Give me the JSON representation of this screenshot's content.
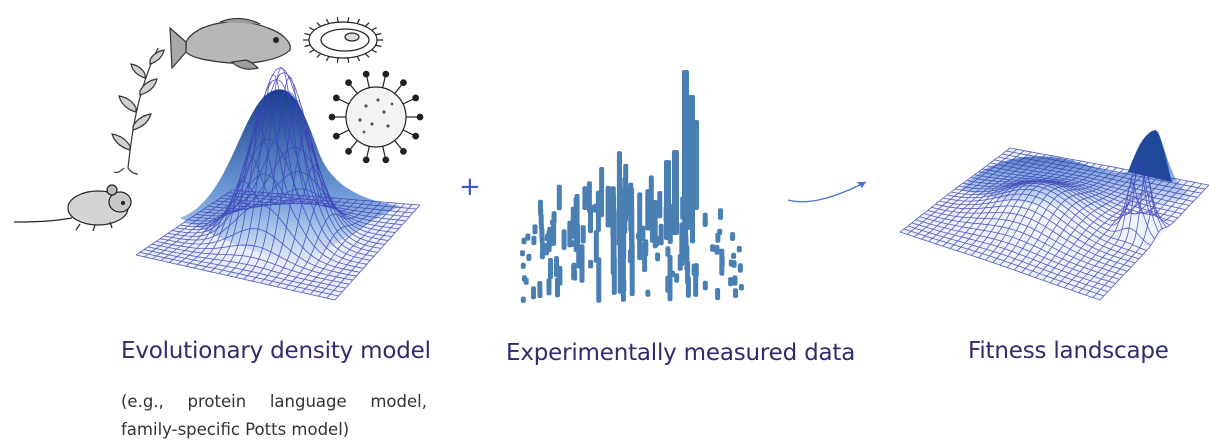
{
  "panels": {
    "evolutionary": {
      "title": "Evolutionary density model",
      "subtitle_line1": "(e.g., protein language model,",
      "subtitle_line2": "family-specific Potts model)"
    },
    "experimental": {
      "title": "Experimentally measured data"
    },
    "fitness": {
      "title": "Fitness landscape"
    }
  },
  "operators": {
    "plus": "+"
  },
  "icons": [
    "mouse-icon",
    "plant-icon",
    "fish-icon",
    "protist-icon",
    "virus-icon",
    "arrow-icon"
  ],
  "colors": {
    "caption": "#2b2d6e",
    "surface_dark": "#1a3f8f",
    "surface_light": "#e6edfb",
    "grid_line": "#3a3fb5",
    "bars": "#4a7fb3",
    "plus": "#3b57c4"
  }
}
